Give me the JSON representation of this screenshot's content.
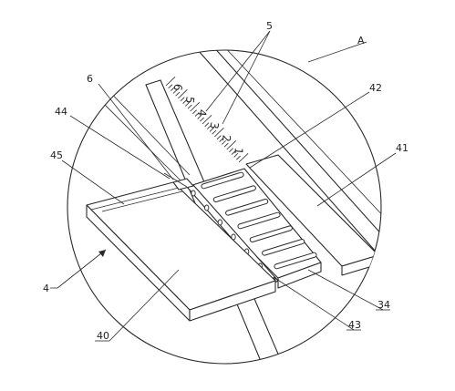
{
  "detail_label": "A",
  "scale_numbers": [
    "6",
    "5",
    "4",
    "3",
    "2",
    "1"
  ],
  "labels": {
    "l5": "5",
    "l6": "6",
    "l42": "42",
    "l44": "44",
    "l45": "45",
    "l41": "41",
    "l4": "4",
    "l40": "40",
    "l34": "34",
    "l43": "43"
  }
}
